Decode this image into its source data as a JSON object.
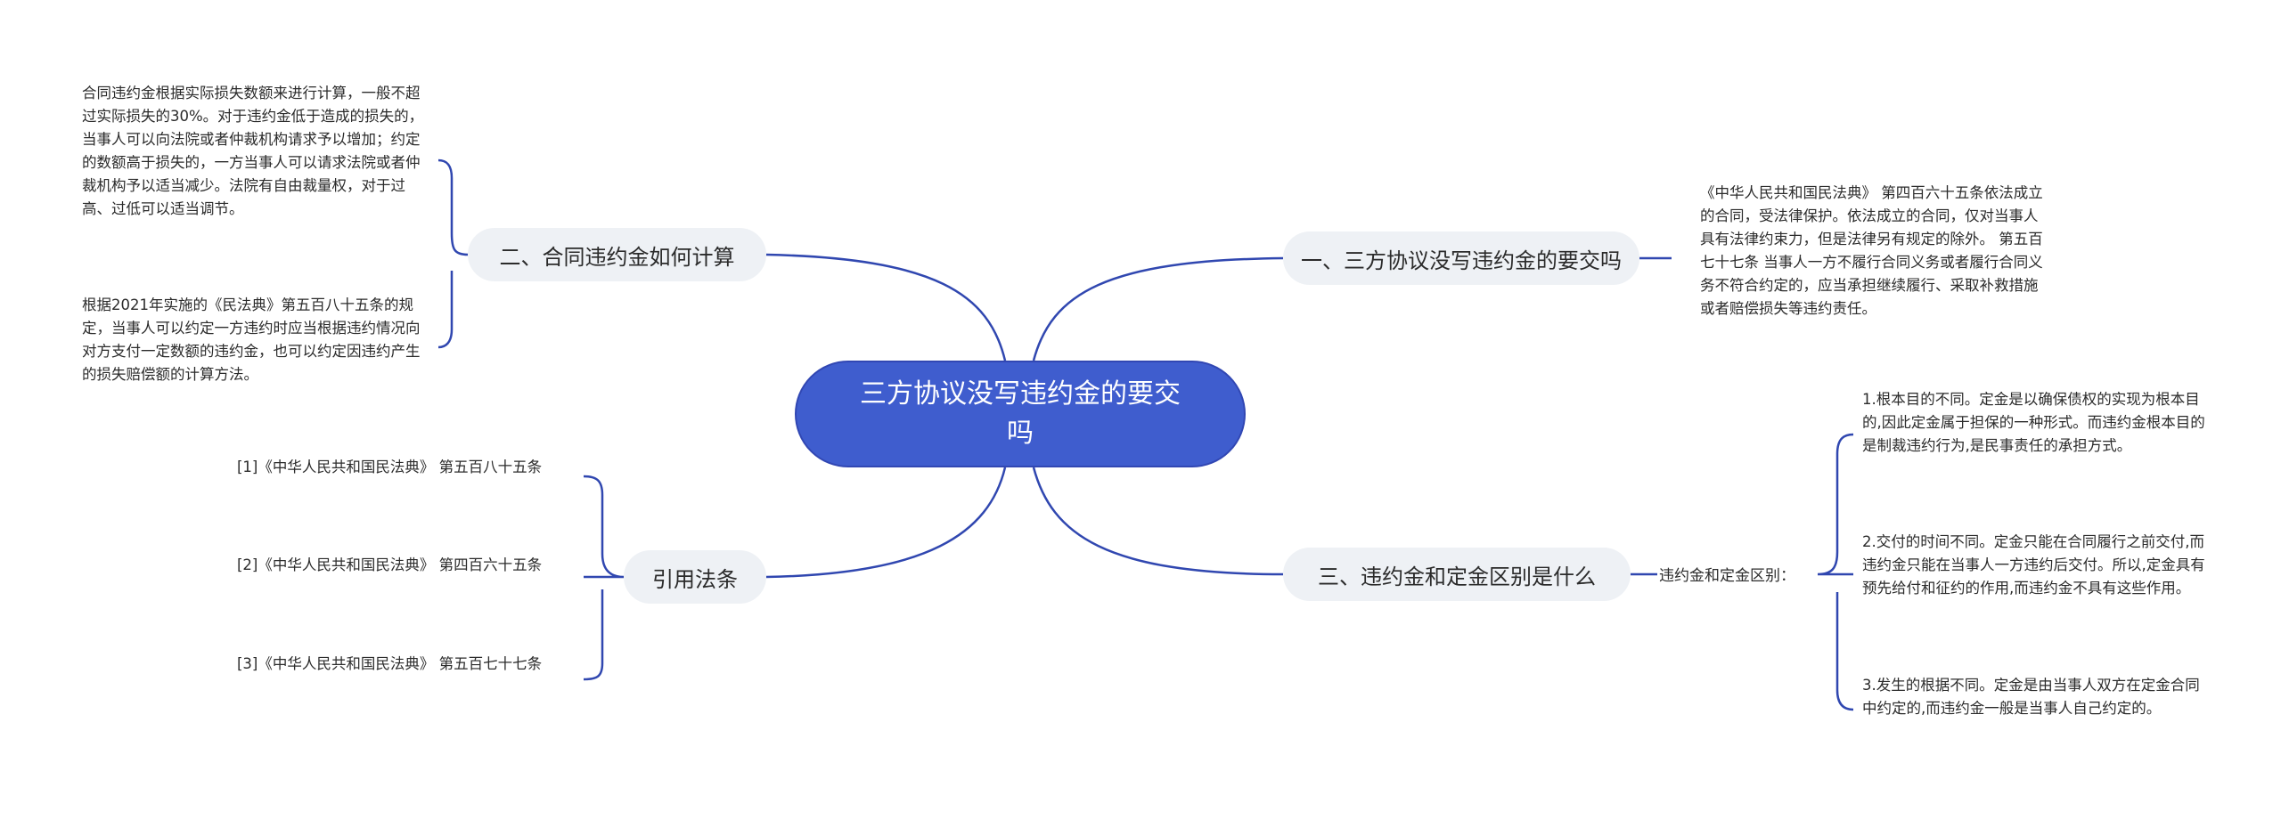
{
  "root": {
    "title": "三方协议没写违约金的要交吗"
  },
  "branches": {
    "b1": {
      "label": "一、三方协议没写违约金的要交吗"
    },
    "b2": {
      "label": "二、合同违约金如何计算"
    },
    "b3": {
      "label": "三、违约金和定金区别是什么"
    },
    "b4": {
      "label": "引用法条"
    }
  },
  "leaves": {
    "b1_text": "《中华人民共和国民法典》 第四百六十五条依法成立的合同，受法律保护。依法成立的合同，仅对当事人具有法律约束力，但是法律另有规定的除外。 第五百七十七条 当事人一方不履行合同义务或者履行合同义务不符合约定的，应当承担继续履行、采取补救措施或者赔偿损失等违约责任。",
    "b2_text1": "合同违约金根据实际损失数额来进行计算，一般不超过实际损失的30%。对于违约金低于造成的损失的，当事人可以向法院或者仲裁机构请求予以增加；约定的数额高于损失的，一方当事人可以请求法院或者仲裁机构予以适当减少。法院有自由裁量权，对于过高、过低可以适当调节。",
    "b2_text2": "根据2021年实施的《民法典》第五百八十五条的规定，当事人可以约定一方违约时应当根据违约情况向对方支付一定数额的违约金，也可以约定因违约产生的损失赔偿额的计算方法。",
    "b3_label": "违约金和定金区别：",
    "b3_item1": "1.根本目的不同。定金是以确保债权的实现为根本目的,因此定金属于担保的一种形式。而违约金根本目的是制裁违约行为,是民事责任的承担方式。",
    "b3_item2": "2.交付的时间不同。定金只能在合同履行之前交付,而违约金只能在当事人一方违约后交付。所以,定金具有预先给付和征约的作用,而违约金不具有这些作用。",
    "b3_item3": "3.发生的根据不同。定金是由当事人双方在定金合同中约定的,而违约金一般是当事人自己约定的。",
    "b4_item1": "[1]《中华人民共和国民法典》 第五百八十五条",
    "b4_item2": "[2]《中华人民共和国民法典》 第四百六十五条",
    "b4_item3": "[3]《中华人民共和国民法典》 第五百七十七条"
  },
  "colors": {
    "root_fill": "#3f5dce",
    "branch_fill": "#eef1f5",
    "connector": "#3047b0"
  }
}
